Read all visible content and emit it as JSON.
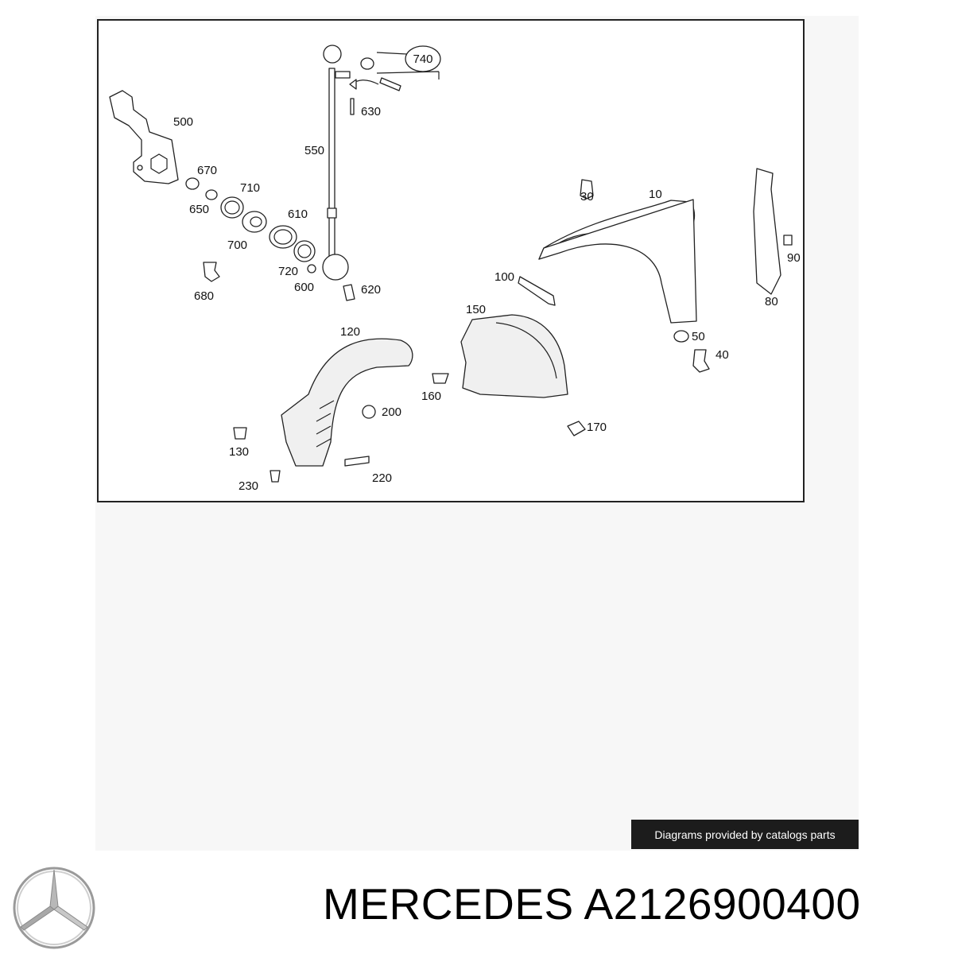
{
  "diagram": {
    "callouts": {
      "p10": "10",
      "p30": "30",
      "p40": "40",
      "p50": "50",
      "p80": "80",
      "p90": "90",
      "p100": "100",
      "p120": "120",
      "p130": "130",
      "p150": "150",
      "p160": "160",
      "p170": "170",
      "p200": "200",
      "p220": "220",
      "p230": "230",
      "p500": "500",
      "p550": "550",
      "p600": "600",
      "p610": "610",
      "p620": "620",
      "p630": "630",
      "p650": "650",
      "p670": "670",
      "p680": "680",
      "p700": "700",
      "p710": "710",
      "p720": "720",
      "p740": "740"
    }
  },
  "credit": "Diagrams provided by catalogs parts",
  "brand": {
    "logo_icon": "mercedes-star-icon",
    "title": "MERCEDES A2126900400"
  }
}
